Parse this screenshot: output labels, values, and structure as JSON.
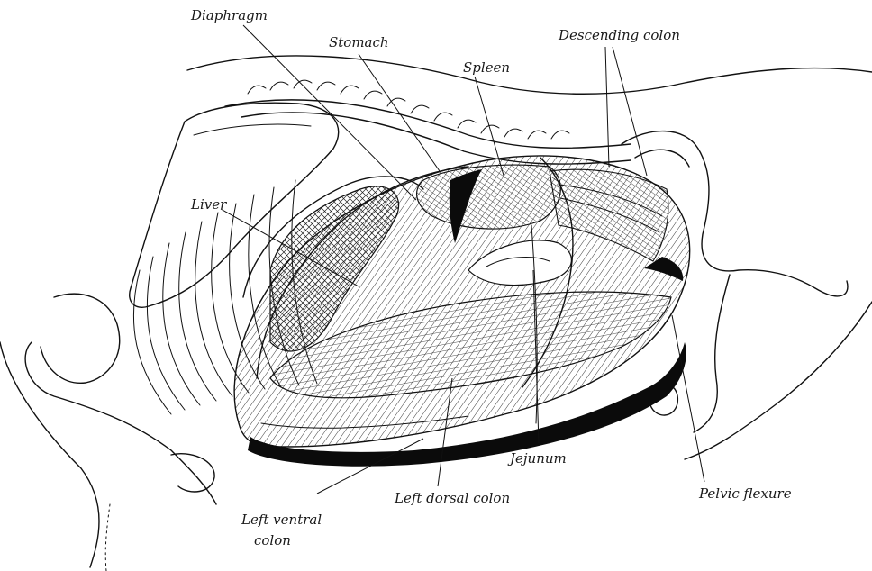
{
  "labels": {
    "diaphragm": "Diaphragm",
    "stomach": "Stomach",
    "spleen": "Spleen",
    "descending_colon": "Descending colon",
    "liver": "Liver",
    "jejunum": "Jejunum",
    "pelvic_flexure": "Pelvic flexure",
    "left_dorsal_colon": "Left dorsal colon",
    "left_ventral_colon_line1": "Left ventral",
    "left_ventral_colon_line2": "colon"
  }
}
